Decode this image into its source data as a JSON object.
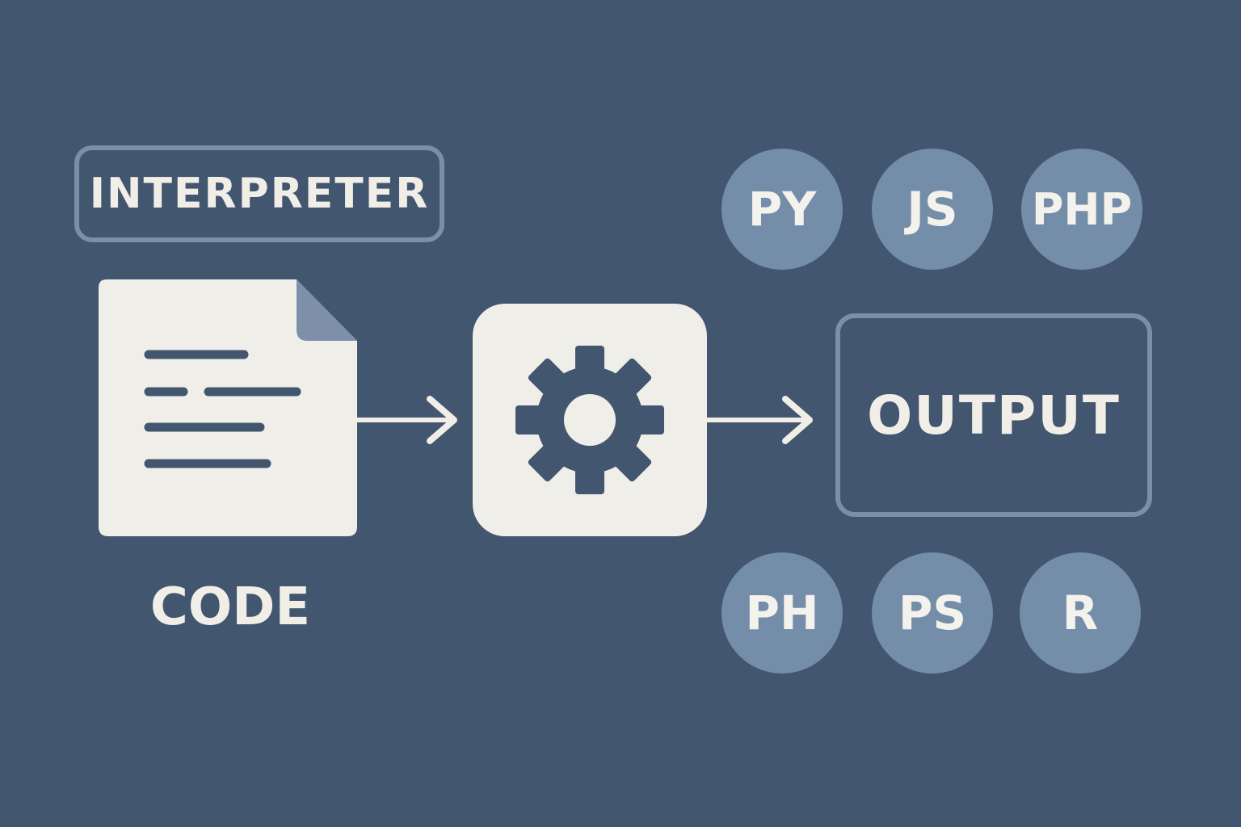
{
  "interpreter_label": "INTERPRETER",
  "code_label": "CODE",
  "output_label": "OUTPUT",
  "languages_top": [
    "PY",
    "JS",
    "PHP"
  ],
  "languages_bottom": [
    "PH",
    "PS",
    "R"
  ],
  "icons": {
    "document": "code-file-icon",
    "engine": "gear-icon",
    "arrows": "right-arrow-icon"
  },
  "colors": {
    "background": "#42566f",
    "card": "#f0eee8",
    "badge": "#748da9",
    "outline": "#7d8ea7"
  }
}
